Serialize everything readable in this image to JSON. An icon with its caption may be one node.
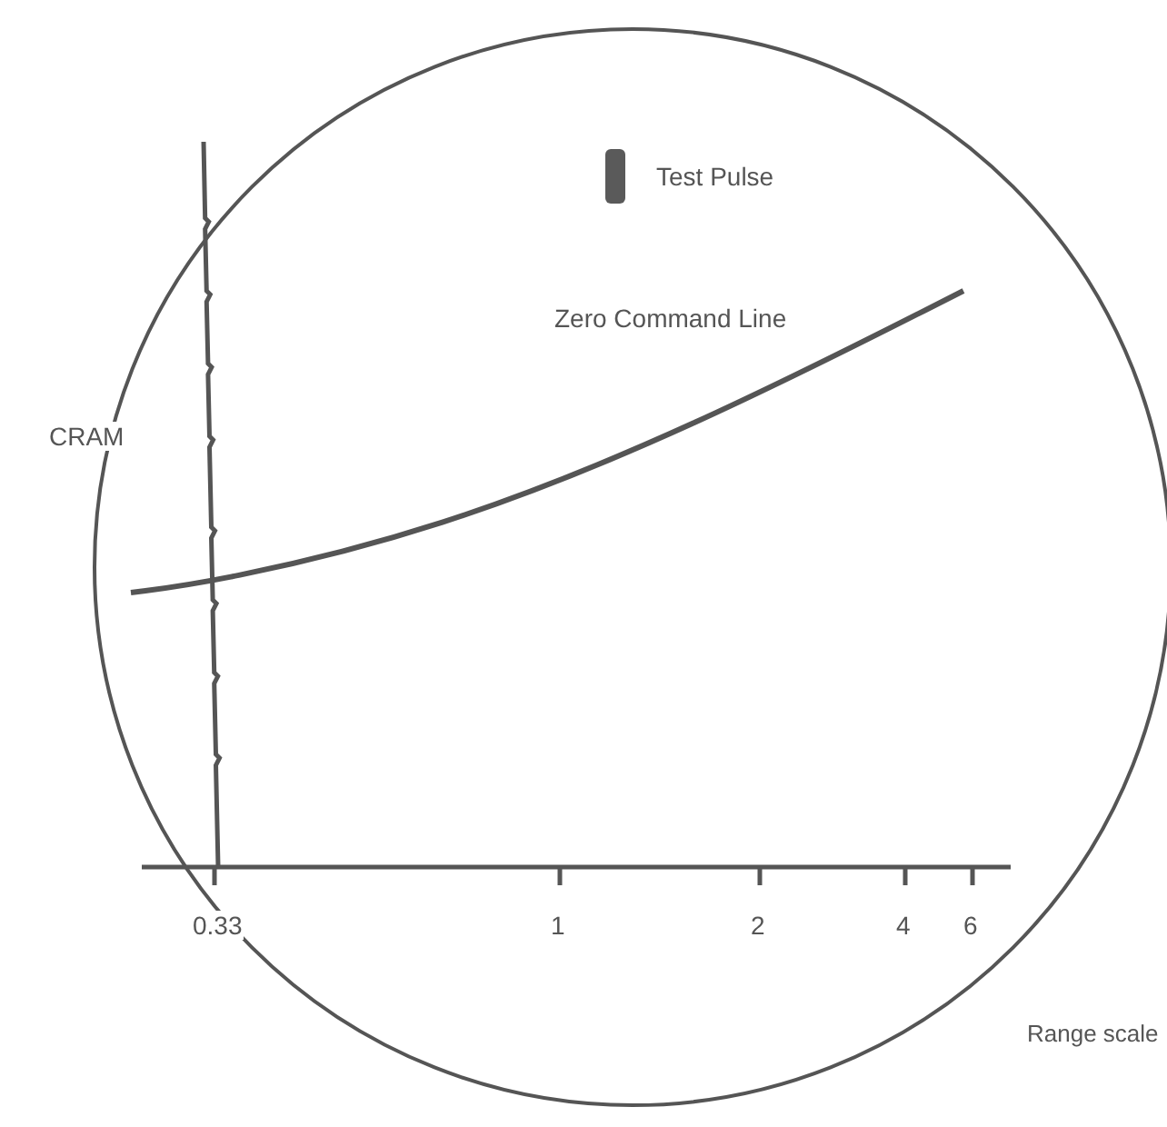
{
  "diagram": {
    "labels": [
      "Zero Command Line",
      "CRAM",
      "0.33",
      "1",
      "2",
      "4",
      "6",
      "Range scale"
    ],
    "legend": [
      {
        "text": "Test Pulse",
        "color": "#5a5a5a"
      }
    ]
  }
}
